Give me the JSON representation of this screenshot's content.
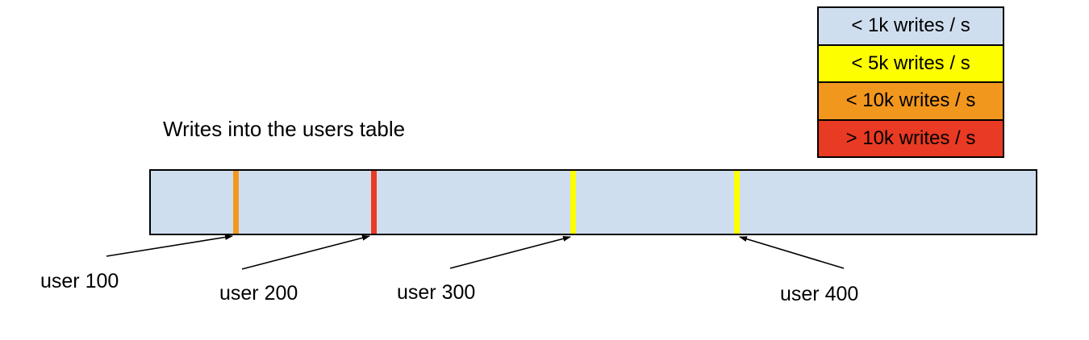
{
  "title": "Writes into the users table",
  "legend": {
    "items": [
      {
        "label": "< 1k writes / s",
        "color": "#cfdeef"
      },
      {
        "label": "< 5k writes / s",
        "color": "#fdff00"
      },
      {
        "label": "< 10k writes / s",
        "color": "#f2971e"
      },
      {
        "label": "> 10k writes / s",
        "color": "#e93a23"
      }
    ]
  },
  "table_bar": {
    "fill": "#cfdeef",
    "hotspots": [
      {
        "user": "user 100",
        "category": "< 10k writes / s",
        "color": "#f2971e"
      },
      {
        "user": "user 200",
        "category": "> 10k writes / s",
        "color": "#e93a23"
      },
      {
        "user": "user 300",
        "category": "< 5k writes / s",
        "color": "#fdff00"
      },
      {
        "user": "user 400",
        "category": "< 5k writes / s",
        "color": "#fdff00"
      }
    ]
  }
}
